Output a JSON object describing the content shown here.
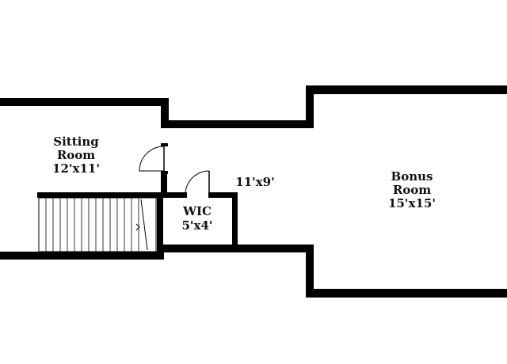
{
  "rooms": {
    "sitting_room": {
      "name_line1": "Sitting",
      "name_line2": "Room",
      "size": "12'x11'"
    },
    "bonus_room": {
      "name_line1": "Bonus",
      "name_line2": "Room",
      "size": "15'x15'"
    },
    "wic": {
      "name": "WIC",
      "size": "5'x4'"
    },
    "hall": {
      "size": "11'x9'"
    }
  }
}
